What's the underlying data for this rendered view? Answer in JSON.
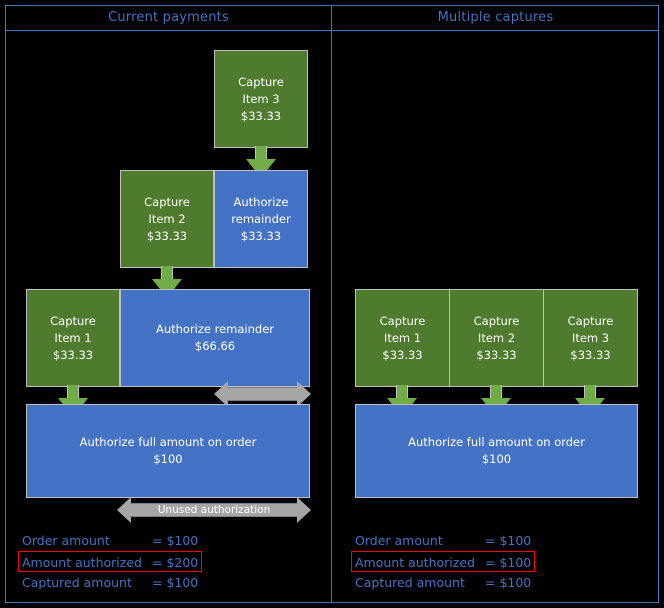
{
  "panels": [
    {
      "title": "Current payments",
      "boxes": [
        {
          "name": "capture-item-3",
          "color": "green",
          "lines": [
            "Capture",
            "Item 3",
            "$33.33"
          ]
        },
        {
          "name": "capture-item-2",
          "color": "green",
          "lines": [
            "Capture",
            "Item 2",
            "$33.33"
          ]
        },
        {
          "name": "authorize-remainder-33",
          "color": "blue",
          "lines": [
            "Authorize",
            "remainder",
            "$33.33"
          ]
        },
        {
          "name": "capture-item-1",
          "color": "green",
          "lines": [
            "Capture",
            "Item 1",
            "$33.33"
          ]
        },
        {
          "name": "authorize-remainder-66",
          "color": "blue",
          "lines": [
            "Authorize remainder",
            "$66.66"
          ]
        },
        {
          "name": "authorize-full-amount",
          "color": "blue",
          "lines": [
            "Authorize full amount on order",
            "$100"
          ]
        }
      ],
      "unused_authorization_label": "Unused authorization",
      "legend": [
        {
          "label": "Order amount",
          "value": "= $100",
          "highlighted": false
        },
        {
          "label": "Amount authorized",
          "value": "= $200",
          "highlighted": true
        },
        {
          "label": "Captured amount",
          "value": "= $100",
          "highlighted": false
        }
      ]
    },
    {
      "title": "Multiple captures",
      "boxes": [
        {
          "name": "capture-item-1",
          "color": "green",
          "lines": [
            "Capture",
            "Item 1",
            "$33.33"
          ]
        },
        {
          "name": "capture-item-2",
          "color": "green",
          "lines": [
            "Capture",
            "Item 2",
            "$33.33"
          ]
        },
        {
          "name": "capture-item-3",
          "color": "green",
          "lines": [
            "Capture",
            "Item 3",
            "$33.33"
          ]
        },
        {
          "name": "authorize-full-amount",
          "color": "blue",
          "lines": [
            "Authorize full amount on order",
            "$100"
          ]
        }
      ],
      "legend": [
        {
          "label": "Order amount",
          "value": "= $100",
          "highlighted": false
        },
        {
          "label": "Amount authorized",
          "value": "= $100",
          "highlighted": true
        },
        {
          "label": "Captured amount",
          "value": "= $100",
          "highlighted": false
        }
      ]
    }
  ],
  "colors": {
    "background": "#000000",
    "frame": "#4472C4",
    "capture_green": "#4F7B2E",
    "authorize_blue": "#4472C4",
    "arrow_green": "#70AD47",
    "arrow_gray": "#A6A6A6",
    "box_border": "#BFBFBF",
    "highlight_red": "#FF0000",
    "text_white": "#FFFFFF",
    "text_blue": "#4472C4"
  }
}
